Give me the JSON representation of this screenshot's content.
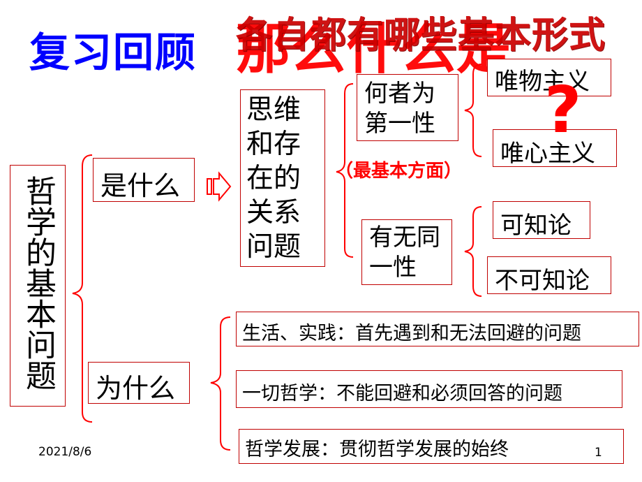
{
  "slide": {
    "title": "复习回顾",
    "overlay_top": "各自都有哪些基本形式",
    "overlay_bottom": "那么什么是",
    "question_mark": "?",
    "root": "哲学的基本问题",
    "what_label": "是什么",
    "why_label": "为什么",
    "relation": "思维和存在的关系问题",
    "primacy": "何者为第一性",
    "most_basic": "（最基本方面）",
    "identity": "有无同一性",
    "materialism": "唯物主义",
    "idealism": "唯心主义",
    "knowable": "可知论",
    "unknowable": "不可知论",
    "reason1": "生活、实践：首先遇到和无法回避的问题",
    "reason2": "一切哲学：不能回避和必须回答的问题",
    "reason3": "哲学发展：贯彻哲学发展的始终"
  },
  "footer": {
    "date": "2021/8/6",
    "page": "1"
  },
  "colors": {
    "title": "#0000ff",
    "accent": "#ff0000",
    "border": "#c00000",
    "text": "#000000"
  },
  "icons": {
    "arrow": "hollow-right-arrow",
    "braces": "red-curly-brace"
  }
}
